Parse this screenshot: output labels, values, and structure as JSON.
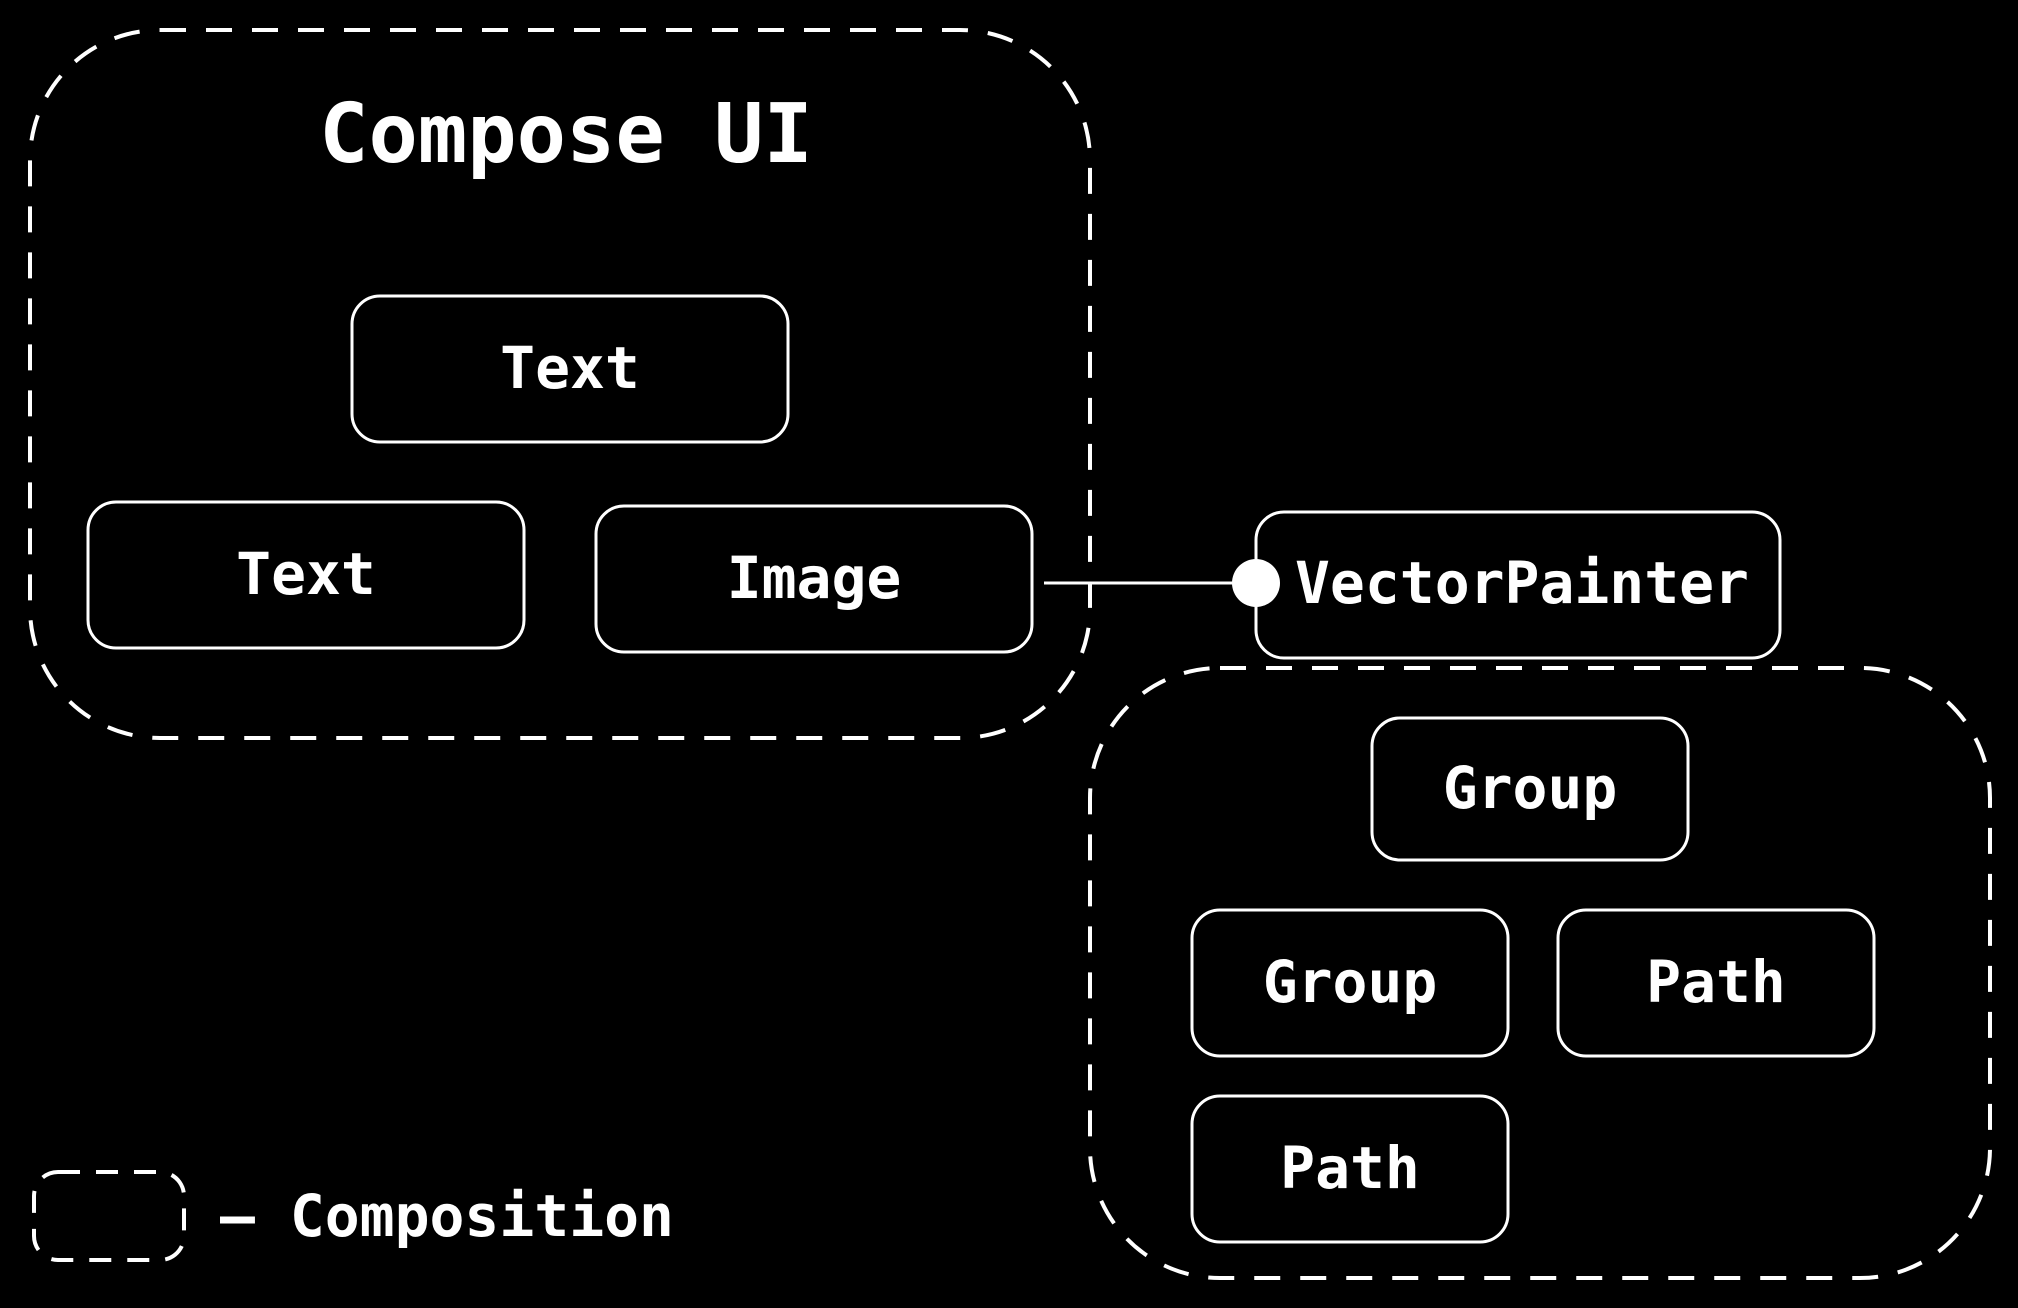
{
  "diagram": {
    "compose_ui_title": "Compose UI",
    "compose_nodes": {
      "root_text": "Text",
      "left_text": "Text",
      "image": "Image"
    },
    "vector_painter_label": "VectorPainter",
    "vector_nodes": {
      "root_group": "Group",
      "child_group": "Group",
      "child_path": "Path",
      "grandchild_path": "Path"
    },
    "legend": {
      "label": "– Composition"
    },
    "colors": {
      "background": "#000000",
      "stroke": "#ffffff",
      "text": "#ffffff"
    }
  }
}
